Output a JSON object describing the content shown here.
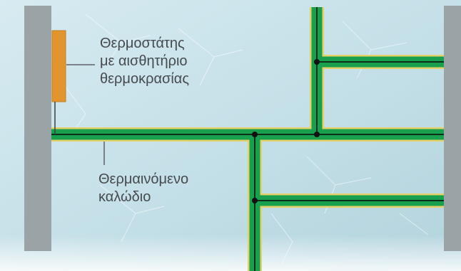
{
  "labels": {
    "thermostat": [
      "Θερμοστάτης",
      "με αισθητήριο",
      "θερμοκρασίας"
    ],
    "cable": [
      "Θερμαινόμενο",
      "καλώδιο"
    ]
  },
  "colors": {
    "background_light": "#dcecf1",
    "background_mid": "#b7d6df",
    "pillar": "#9aa4a6",
    "thermostat": "#e2952c",
    "cable_green": "#18a04f",
    "cable_outline": "#e5d06a",
    "cable_core": "#0e2e1c",
    "junction": "#111111",
    "leader_line": "#5b6366"
  }
}
